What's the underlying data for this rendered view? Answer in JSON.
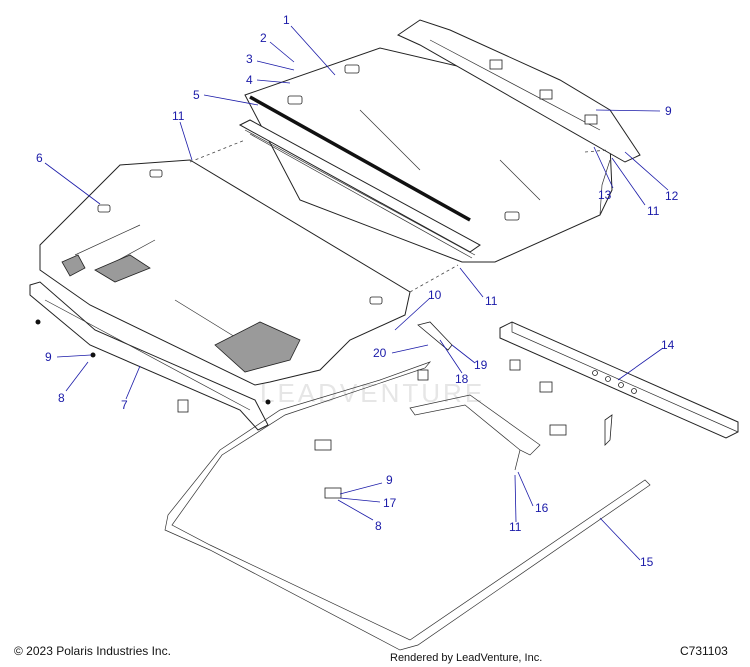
{
  "callouts": [
    {
      "label": "1"
    },
    {
      "label": "2"
    },
    {
      "label": "3"
    },
    {
      "label": "4"
    },
    {
      "label": "5"
    },
    {
      "label": "6"
    },
    {
      "label": "11"
    },
    {
      "label": "9"
    },
    {
      "label": "12"
    },
    {
      "label": "11"
    },
    {
      "label": "13"
    },
    {
      "label": "11"
    },
    {
      "label": "10"
    },
    {
      "label": "20"
    },
    {
      "label": "19"
    },
    {
      "label": "18"
    },
    {
      "label": "9"
    },
    {
      "label": "8"
    },
    {
      "label": "7"
    },
    {
      "label": "14"
    },
    {
      "label": "9"
    },
    {
      "label": "17"
    },
    {
      "label": "8"
    },
    {
      "label": "16"
    },
    {
      "label": "11"
    },
    {
      "label": "15"
    }
  ],
  "watermark": "LEADVENTURE",
  "footer": {
    "copyright": "© 2023 Polaris Industries Inc.",
    "rendered_by": "Rendered by LeadVenture, Inc.",
    "part_number": "C731103"
  }
}
